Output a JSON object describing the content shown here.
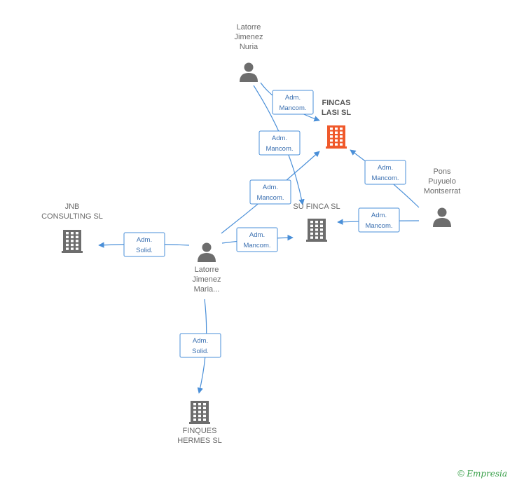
{
  "nodes": [
    {
      "id": "fincas",
      "type": "company",
      "focus": true,
      "lines": [
        "FINCAS",
        "LASI SL"
      ]
    },
    {
      "id": "sufinca",
      "type": "company",
      "lines": [
        "SU FINCA SL"
      ]
    },
    {
      "id": "jnb",
      "type": "company",
      "lines": [
        "JNB",
        "CONSULTING SL"
      ]
    },
    {
      "id": "finques",
      "type": "company",
      "lines": [
        "FINQUES",
        "HERMES SL"
      ]
    },
    {
      "id": "nuria",
      "type": "person",
      "lines": [
        "Latorre",
        "Jimenez",
        "Nuria"
      ]
    },
    {
      "id": "maria",
      "type": "person",
      "lines": [
        "Latorre",
        "Jimenez",
        "Maria..."
      ]
    },
    {
      "id": "pons",
      "type": "person",
      "lines": [
        "Pons",
        "Puyuelo",
        "Montserrat"
      ]
    }
  ],
  "edges": [
    {
      "id": "nuria-fincas",
      "from": "nuria",
      "to": "fincas",
      "label": [
        "Adm.",
        "Mancom."
      ]
    },
    {
      "id": "nuria-sufinca",
      "from": "nuria",
      "to": "sufinca",
      "label": [
        "Adm.",
        "Mancom."
      ]
    },
    {
      "id": "pons-fincas",
      "from": "pons",
      "to": "fincas",
      "label": [
        "Adm.",
        "Mancom."
      ]
    },
    {
      "id": "pons-sufinca",
      "from": "pons",
      "to": "sufinca",
      "label": [
        "Adm.",
        "Mancom."
      ]
    },
    {
      "id": "maria-fincas",
      "from": "maria",
      "to": "fincas",
      "label": [
        "Adm.",
        "Mancom."
      ]
    },
    {
      "id": "maria-sufinca",
      "from": "maria",
      "to": "sufinca",
      "label": [
        "Adm.",
        "Mancom."
      ]
    },
    {
      "id": "maria-jnb",
      "from": "maria",
      "to": "jnb",
      "label": [
        "Adm.",
        "Solid."
      ]
    },
    {
      "id": "maria-finques",
      "from": "maria",
      "to": "finques",
      "label": [
        "Adm.",
        "Solid."
      ]
    }
  ],
  "colors": {
    "edge": "#4a8fd8",
    "company": "#6d6d6d",
    "company_focus": "#f0592b",
    "person": "#6d6d6d"
  },
  "footer": {
    "copyright": "©",
    "brand": "Empresia"
  }
}
